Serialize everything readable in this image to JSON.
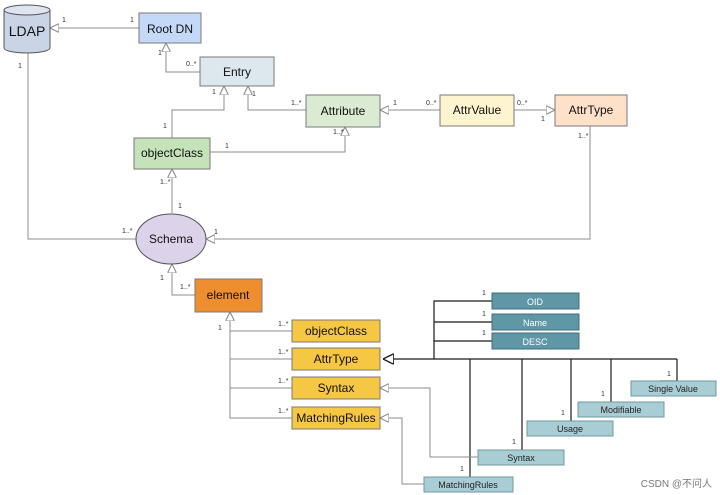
{
  "colors": {
    "ldap_fill": "#c9d4e6",
    "rootdn_fill": "#c4d8f7",
    "entry_fill": "#dde7ee",
    "attribute_fill": "#d9ecd2",
    "attrvalue_fill": "#fff4d0",
    "attrtype_fill": "#ffe1c9",
    "objectclass_fill": "#c5e3b8",
    "schema_fill": "#dcd3ea",
    "element_fill": "#ee8e2e",
    "yellow_fill": "#f6c742",
    "teal_dark_fill": "#5f97a6",
    "teal_light_fill": "#a9cdd4",
    "border": "#7a7a7a"
  },
  "nodes": {
    "ldap": "LDAP",
    "root_dn": "Root DN",
    "entry": "Entry",
    "attribute": "Attribute",
    "attr_value": "AttrValue",
    "attr_type": "AttrType",
    "object_class": "objectClass",
    "schema": "Schema",
    "element": "element",
    "el_object_class": "objectClass",
    "el_attr_type": "AttrType",
    "el_syntax": "Syntax",
    "el_matching_rules": "MatchingRules",
    "oid": "OID",
    "name": "Name",
    "desc": "DESC",
    "single_value": "Single Value",
    "modifiable": "Modifiable",
    "usage": "Usage",
    "syntax_attr": "Syntax",
    "matching_rules_attr": "MatchingRules"
  },
  "multiplicity": {
    "one": "1",
    "zero_many": "0..*",
    "one_many": "1..*"
  },
  "watermark": "CSDN @不问人"
}
